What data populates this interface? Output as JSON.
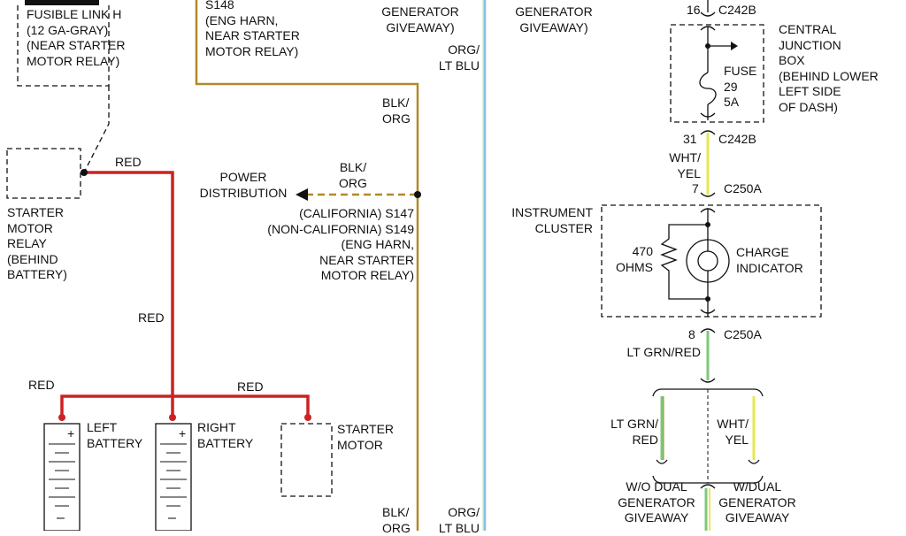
{
  "labels": {
    "fusible_link": "FUSIBLE LINK H\n(12 GA-GRAY)\n(NEAR STARTER\nMOTOR RELAY)",
    "s148": "S148\n(ENG HARN,\nNEAR STARTER\nMOTOR RELAY)",
    "generator_giveaway_top_left": "GENERATOR\nGIVEAWAY)",
    "generator_giveaway_top_right": "GENERATOR\nGIVEAWAY)",
    "org_lt_blu_top": "ORG/\nLT BLU",
    "blk_org_top": "BLK/\nORG",
    "red_relay": "RED",
    "starter_motor_relay": "STARTER\nMOTOR\nRELAY\n(BEHIND\nBATTERY)",
    "power_distribution": "POWER\nDISTRIBUTION",
    "blk_org_mid": "BLK/\nORG",
    "splice_s147_s149": "(CALIFORNIA) S147\n(NON-CALIFORNIA) S149\n(ENG HARN,\nNEAR STARTER\nMOTOR RELAY)",
    "red_vertical": "RED",
    "red_left": "RED",
    "red_right": "RED",
    "left_battery": "LEFT\nBATTERY",
    "right_battery": "RIGHT\nBATTERY",
    "starter_motor": "STARTER\nMOTOR",
    "blk_org_bottom": "BLK/\nORG",
    "org_lt_blu_bottom": "ORG/\nLT BLU",
    "pin_16": "16",
    "c242b_top": "C242B",
    "central_junction_box": "CENTRAL\nJUNCTION\nBOX\n(BEHIND LOWER\nLEFT SIDE\nOF DASH)",
    "fuse": "FUSE\n29\n5A",
    "pin_31": "31",
    "c242b_bottom": "C242B",
    "wht_yel_upper": "WHT/\nYEL",
    "pin_7": "7",
    "c250a_top": "C250A",
    "instrument_cluster": "INSTRUMENT\nCLUSTER",
    "resistor": "470\nOHMS",
    "charge_indicator": "CHARGE\nINDICATOR",
    "pin_8": "8",
    "c250a_bottom": "C250A",
    "lt_grn_red_upper": "LT GRN/RED",
    "lt_grn_red_lower": "LT GRN/\nRED",
    "wht_yel_lower": "WHT/\nYEL",
    "wo_dual": "W/O DUAL\nGENERATOR\nGIVEAWAY",
    "w_dual": "W/DUAL\nGENERATOR\nGIVEAWAY"
  },
  "colors": {
    "red_wire": "#cc2222",
    "blk_org_wire": "#b08a2a",
    "lt_blu_wire": "#88bde0",
    "green_wire": "#7cc87c",
    "yellow_wire": "#e8e850",
    "line": "#111111"
  }
}
